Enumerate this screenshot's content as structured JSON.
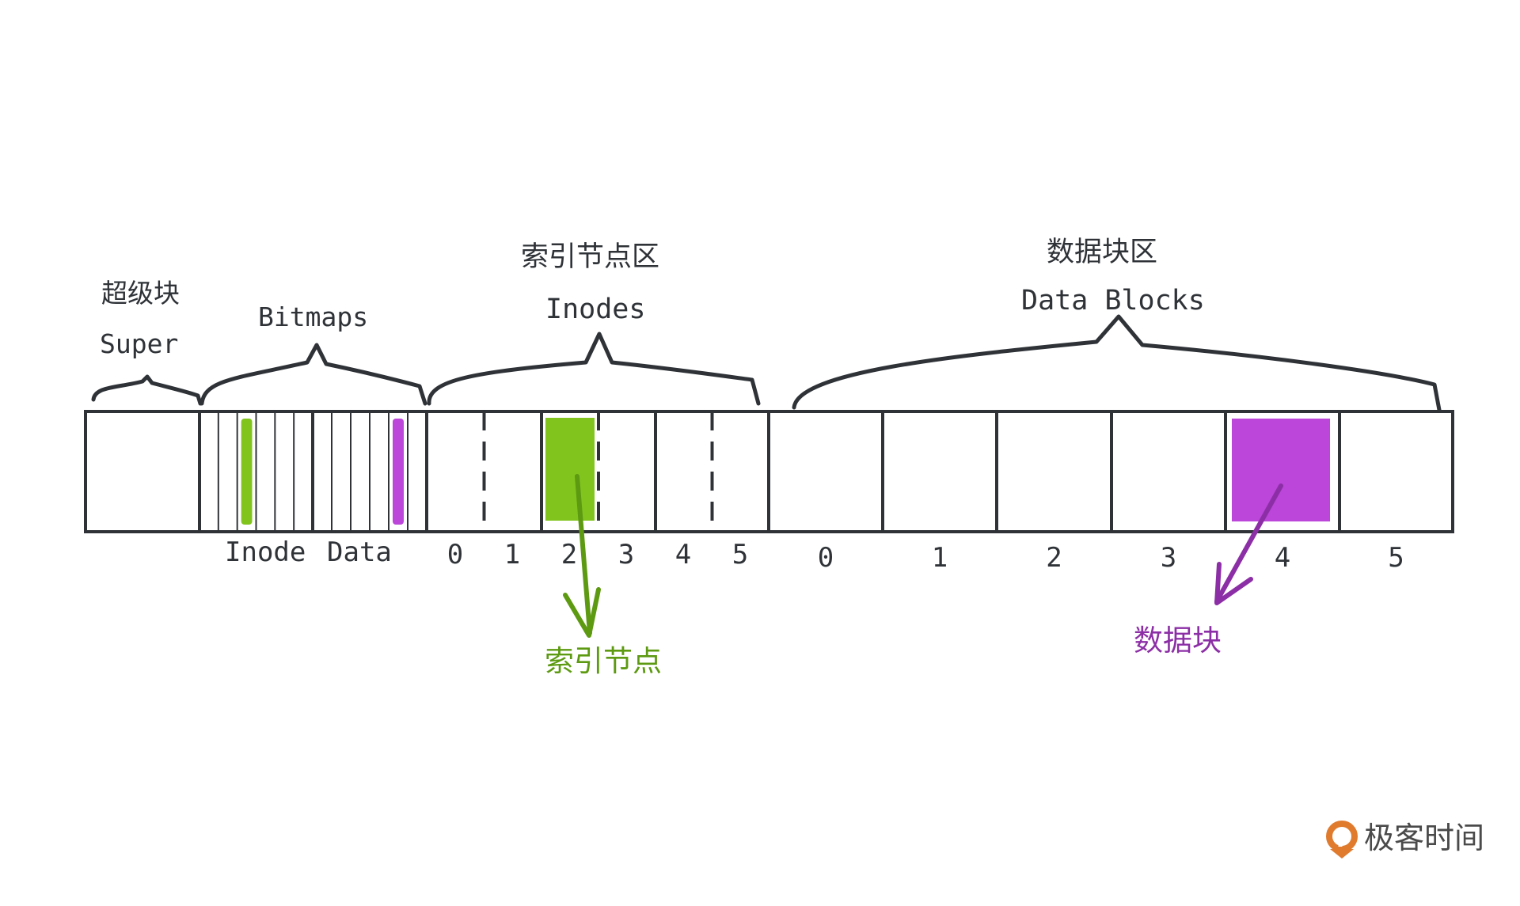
{
  "colors": {
    "stroke": "#2f3338",
    "inode_highlight": "#82c41e",
    "data_highlight": "#bb46d9",
    "inode_label": "#5d9a12",
    "data_label": "#8c2fa6",
    "logo_accent": "#e07b2e"
  },
  "regions": {
    "super": {
      "title_cn": "超级块",
      "title_en": "Super"
    },
    "bitmaps": {
      "title_en": "Bitmaps",
      "inode_label": "Inode",
      "data_label": "Data",
      "slots_per_bitmap": 6,
      "inode_marked_slot": 2,
      "data_marked_slot": 4
    },
    "inodes": {
      "title_cn": "索引节点区",
      "title_en": "Inodes",
      "indices": [
        "0",
        "1",
        "2",
        "3",
        "4",
        "5"
      ],
      "highlighted_index": 2
    },
    "data_blocks": {
      "title_cn": "数据块区",
      "title_en": "Data Blocks",
      "indices": [
        "0",
        "1",
        "2",
        "3",
        "4",
        "5"
      ],
      "highlighted_index": 4
    }
  },
  "annotations": {
    "inode_callout": "索引节点",
    "data_callout": "数据块"
  },
  "logo": {
    "text": "极客时间",
    "icon": "geektime-logo-icon"
  }
}
